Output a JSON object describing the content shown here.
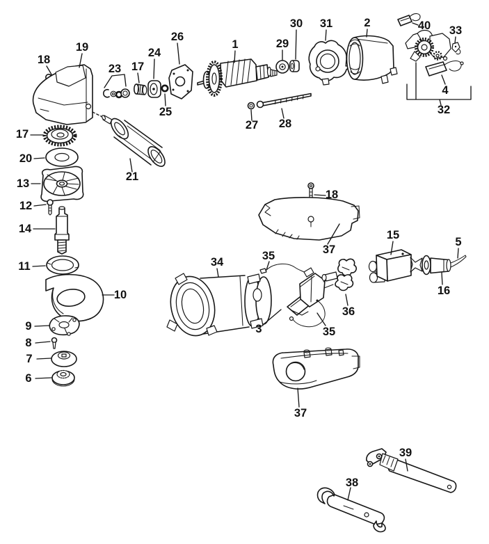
{
  "diagram": {
    "title": "exploded-parts-diagram",
    "callouts": [
      {
        "id": "screw-18-top-left",
        "text": "18"
      },
      {
        "id": "gear-housing-19",
        "text": "19"
      },
      {
        "id": "bearing-kit-23",
        "text": "23"
      },
      {
        "id": "pinion-gear-17",
        "text": "17"
      },
      {
        "id": "bearing-24",
        "text": "24"
      },
      {
        "id": "bearing-plate-26",
        "text": "26"
      },
      {
        "id": "washer-25",
        "text": "25"
      },
      {
        "id": "armature-1",
        "text": "1"
      },
      {
        "id": "bearing-29",
        "text": "29"
      },
      {
        "id": "ring-30",
        "text": "30"
      },
      {
        "id": "bearing-bracket-31",
        "text": "31"
      },
      {
        "id": "field-stator-2",
        "text": "2"
      },
      {
        "id": "carbon-brush-40",
        "text": "40"
      },
      {
        "id": "pin-33",
        "text": "33"
      },
      {
        "id": "carbon-brush-4",
        "text": "4"
      },
      {
        "id": "assembly-32",
        "text": "32"
      },
      {
        "id": "nut-27",
        "text": "27"
      },
      {
        "id": "screw-28",
        "text": "28"
      },
      {
        "id": "crown-gear-17",
        "text": "17"
      },
      {
        "id": "washer-20",
        "text": "20"
      },
      {
        "id": "side-handle-21",
        "text": "21"
      },
      {
        "id": "fan-13",
        "text": "13"
      },
      {
        "id": "screw-12",
        "text": "12"
      },
      {
        "id": "spindle-14",
        "text": "14"
      },
      {
        "id": "ring-11",
        "text": "11"
      },
      {
        "id": "wheel-guard-10",
        "text": "10"
      },
      {
        "id": "flange-plate-9",
        "text": "9"
      },
      {
        "id": "screw-8",
        "text": "8"
      },
      {
        "id": "flange-7",
        "text": "7"
      },
      {
        "id": "clamp-nut-6",
        "text": "6"
      },
      {
        "id": "screw-18-mid",
        "text": "18"
      },
      {
        "id": "cover-top-37",
        "text": "37"
      },
      {
        "id": "motor-housing-34",
        "text": "34"
      },
      {
        "id": "wire-35-top",
        "text": "35"
      },
      {
        "id": "connector-15",
        "text": "15"
      },
      {
        "id": "cord-5",
        "text": "5"
      },
      {
        "id": "cord-sleeve-16",
        "text": "16"
      },
      {
        "id": "cord-clamp-36",
        "text": "36"
      },
      {
        "id": "switch-3",
        "text": "3"
      },
      {
        "id": "wire-35-bottom",
        "text": "35"
      },
      {
        "id": "cover-bottom-37",
        "text": "37"
      },
      {
        "id": "pin-spanner-39",
        "text": "39"
      },
      {
        "id": "open-wrench-38",
        "text": "38"
      }
    ]
  }
}
